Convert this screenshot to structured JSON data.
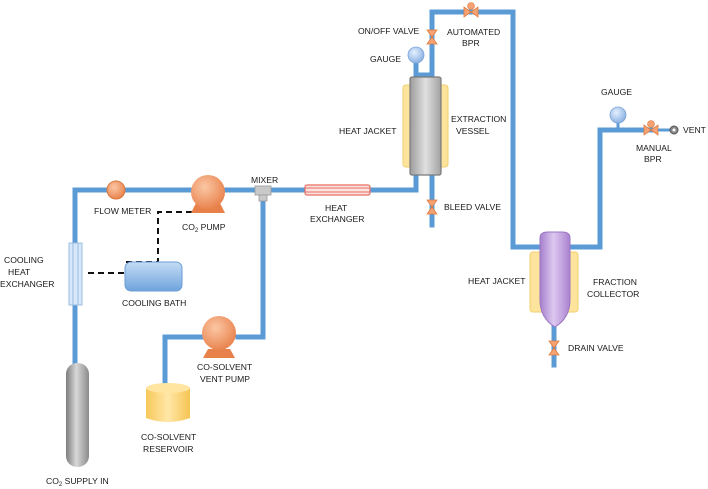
{
  "labels": {
    "on_off_valve": "ON/OFF VALVE",
    "automated_bpr_1": "AUTOMATED",
    "automated_bpr_2": "BPR",
    "gauge_top": "GAUGE",
    "heat_jacket_vessel": "HEAT JACKET",
    "extraction_vessel_1": "EXTRACTION",
    "extraction_vessel_2": "VESSEL",
    "bleed_valve": "BLEED VALVE",
    "gauge_right": "GAUGE",
    "vent": "VENT",
    "manual_bpr_1": "MANUAL",
    "manual_bpr_2": "BPR",
    "mixer": "MIXER",
    "flow_meter": "FLOW METER",
    "co2_pump_prefix": "CO",
    "co2_pump_sub": "2",
    "co2_pump_suffix": " PUMP",
    "heat_exchanger_1": "HEAT",
    "heat_exchanger_2": "EXCHANGER",
    "cooling_hx_1": "COOLING",
    "cooling_hx_2": "HEAT",
    "cooling_hx_3": "EXCHANGER",
    "cooling_bath": "COOLING BATH",
    "heat_jacket_collector": "HEAT JACKET",
    "fraction_collector_1": "FRACTION",
    "fraction_collector_2": "COLLECTOR",
    "cosolvent_pump_1": "CO-SOLVENT",
    "cosolvent_pump_2": "VENT PUMP",
    "drain_valve": "DRAIN VALVE",
    "cosolvent_reservoir_1": "CO-SOLVENT",
    "cosolvent_reservoir_2": "RESERVOIR",
    "co2_supply_prefix": "CO",
    "co2_supply_sub": "2",
    "co2_supply_suffix": " SUPPLY IN"
  },
  "colors": {
    "pipe": "#5b9bd5",
    "pump": "#f4a273",
    "valve": "#f4a273",
    "gauge": "#a9c8ee",
    "heat_jacket": "#fde49c",
    "vessel": "#c8c8c8",
    "collector": "#c6a6e2",
    "reservoir": "#fdd77c",
    "cooling_bath": "#9cc3ea",
    "heat_exchanger": "#f4b2a8"
  }
}
